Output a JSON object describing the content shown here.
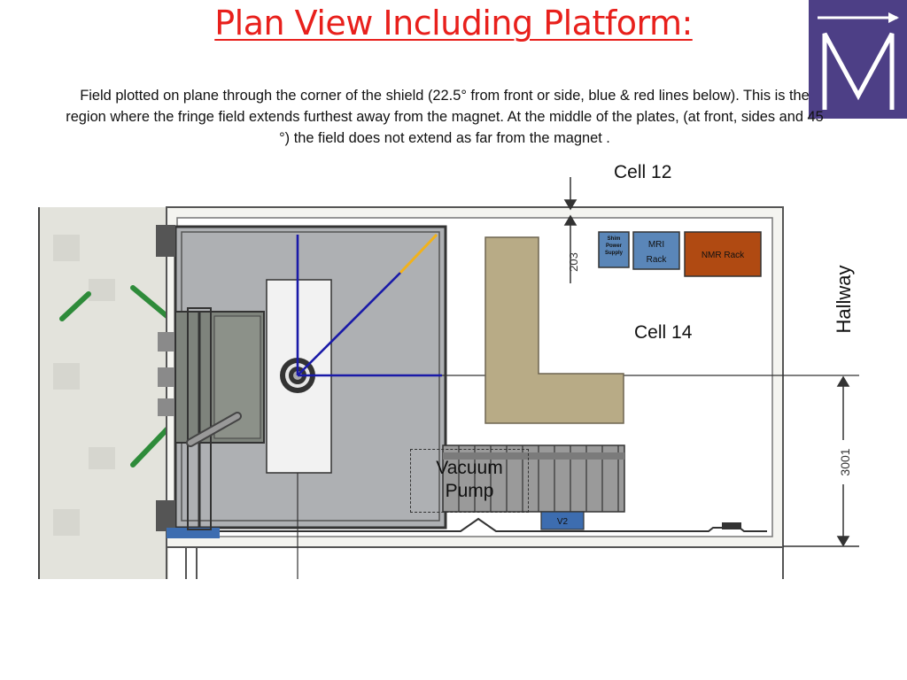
{
  "slide": {
    "title": "Plan View Including Platform:",
    "description": "Field plotted on plane through the corner of the shield (22.5° from front or side, blue & red lines below). This is the region where the fringe field extends furthest away from the magnet. At the middle of the plates, (at front, sides and 45 °) the field does not extend as far from the magnet ."
  },
  "labels": {
    "cell_12": "Cell 12",
    "cell_14": "Cell 14",
    "hallway": "Hallway",
    "vacuum_pump_line1": "Vacuum",
    "vacuum_pump_line2": "Pump"
  },
  "equipment": {
    "shim_power_supply": "Shim Power Supply",
    "mri_rack_line1": "MRI",
    "mri_rack_line2": "Rack",
    "nmr_rack": "NMR Rack",
    "small_unit": "V2"
  },
  "dimensions": {
    "top_clearance": "203",
    "side_length": "3001"
  },
  "colors": {
    "title": "#e8201c",
    "field_lines": "#1a1aa8",
    "fringe_segment": "#f2b21a",
    "nmr_rack": "#b04a12",
    "mri_rack": "#5a86b8",
    "bench": "#b8ab86",
    "logo": "#4d3f86"
  }
}
